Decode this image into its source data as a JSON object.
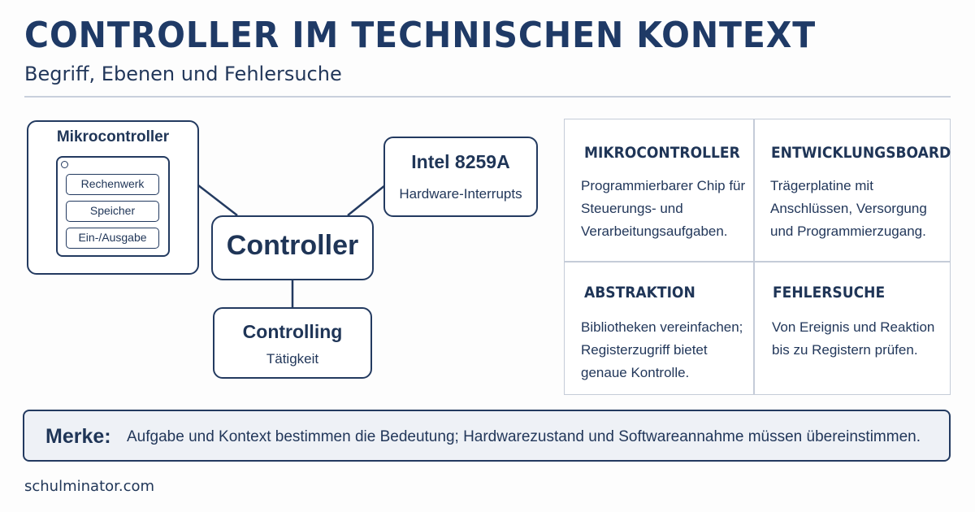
{
  "header": {
    "title": "CONTROLLER IM TECHNISCHEN KONTEXT",
    "subtitle": "Begriff, Ebenen und Fehlersuche"
  },
  "diagram": {
    "mikrocontroller": {
      "title": "Mikrocontroller",
      "blocks": [
        "Rechenwerk",
        "Speicher",
        "Ein-/Ausgabe"
      ]
    },
    "center": {
      "label": "Controller"
    },
    "intel": {
      "title": "Intel 8259A",
      "subtitle": "Hardware-Interrupts"
    },
    "controlling": {
      "title": "Controlling",
      "subtitle": "Tätigkeit"
    }
  },
  "cards": [
    {
      "heading": "MIKROCONTROLLER",
      "lines": [
        "Programmierbarer Chip für",
        "Steuerungs- und",
        "Verarbeitungsaufgaben."
      ]
    },
    {
      "heading": "ENTWICKLUNGSBOARD",
      "lines": [
        "Trägerplatine mit",
        "Anschlüssen, Versorgung",
        "und Programmierzugang."
      ]
    },
    {
      "heading": "ABSTRAKTION",
      "lines": [
        "Bibliotheken vereinfachen;",
        "Registerzugriff bietet",
        "genaue Kontrolle."
      ]
    },
    {
      "heading": "FEHLERSUCHE",
      "lines": [
        "Von Ereignis und Reaktion",
        "bis zu Registern prüfen."
      ]
    }
  ],
  "note": {
    "label": "Merke:",
    "text": "Aufgabe und Kontext bestimmen die Bedeutung; Hardwarezustand und Softwareannahme müssen übereinstimmen."
  },
  "footer": {
    "site": "schulminator.com"
  },
  "colors": {
    "primary": "#1f3a66",
    "border": "#233a60",
    "grid": "#c5ccd8",
    "note_bg": "#eef1f6"
  }
}
